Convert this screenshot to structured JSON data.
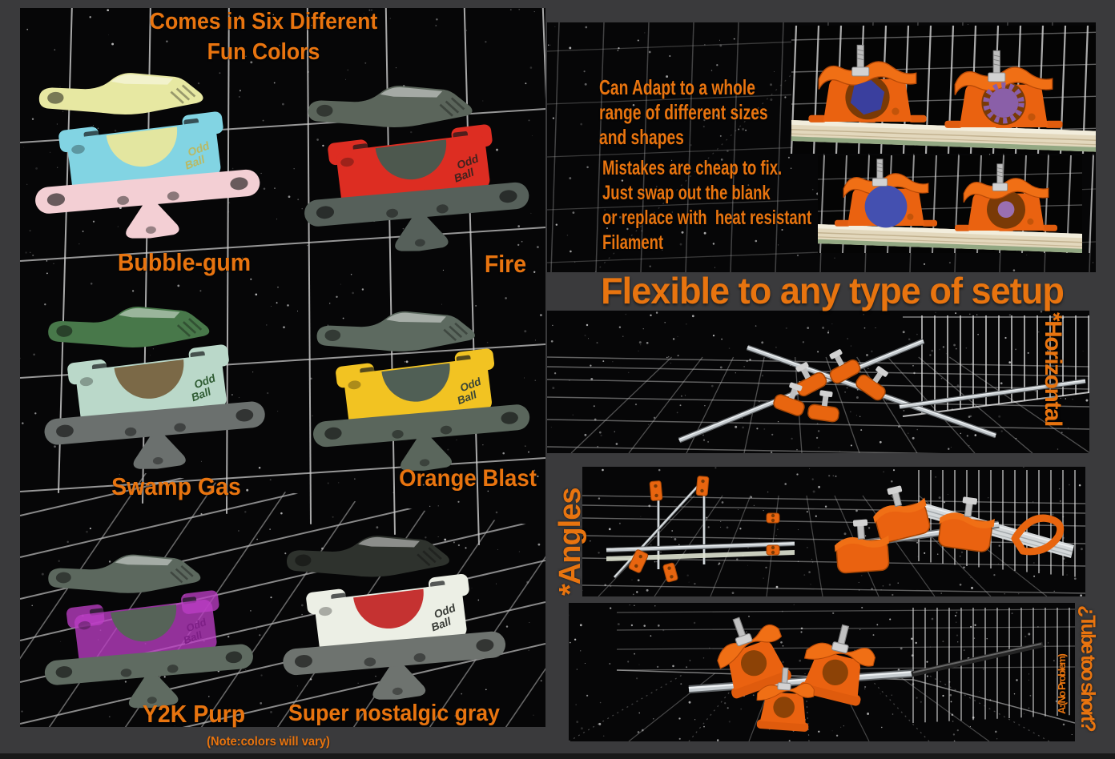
{
  "colors": {
    "accent_orange": "#e8740f",
    "clamp_orange": "#ea6210",
    "panel_black": "#060607",
    "frame_gray": "#3a3a3c",
    "grid_white": "#d8d8d8"
  },
  "brand_mark": {
    "line1": "Odd",
    "line2": "Ball"
  },
  "left_panel": {
    "title_line1": "Comes in Six Different",
    "title_line2": "Fun Colors",
    "note": "(Note:colors will vary)",
    "products": [
      {
        "name": "Bubble-gum",
        "colors": {
          "handle": "#e7e8a2",
          "body": "#82d4e3",
          "insert": "#e3e6a0",
          "base": "#f3cfd4",
          "logo": "#b9b964",
          "body_opacity": 1
        }
      },
      {
        "name": "Fire",
        "colors": {
          "handle": "#5b655b",
          "body": "#dd2d22",
          "insert": "#4d584e",
          "base": "#56605a",
          "logo": "#40221e",
          "body_opacity": 1
        }
      },
      {
        "name": "Swamp Gas",
        "colors": {
          "handle": "#48784a",
          "body": "#bad8c9",
          "insert": "#7b6947",
          "base": "#6b706e",
          "logo": "#2f5c33",
          "body_opacity": 1
        }
      },
      {
        "name": "Orange Blast",
        "colors": {
          "handle": "#5d6a60",
          "body": "#f2c322",
          "insert": "#505f55",
          "base": "#5a665c",
          "logo": "#374436",
          "body_opacity": 1
        }
      },
      {
        "name": "Y2K Purp",
        "colors": {
          "handle": "#5c685e",
          "body": "#bb3ec4",
          "insert": "#566358",
          "base": "#5f6b61",
          "logo": "#7d1f86",
          "body_opacity": 0.78
        }
      },
      {
        "name": "Super nostalgic gray",
        "colors": {
          "handle": "#2e322d",
          "body": "#ecefe5",
          "insert": "#c53231",
          "base": "#6e736f",
          "logo": "#3a3d38",
          "body_opacity": 1
        }
      }
    ]
  },
  "adapt_panel": {
    "caption1_lines": [
      "Can Adapt to a whole",
      "range of different sizes",
      "and shapes"
    ],
    "caption2_lines": [
      "Mistakes are cheap to fix.",
      "Just swap out the blank",
      "or replace with  heat resistant",
      "Filament"
    ],
    "demo_inserts_row1": [
      "hex-blue",
      "gear-purple"
    ],
    "demo_inserts_row2": [
      "circle-blue-large",
      "circle-purple-small"
    ]
  },
  "headline": "Flexible to any type of setup",
  "setups": {
    "horizontal_label": "*Horizontal",
    "angles_label": "*Angles",
    "tube_label": "¿Tube too short?",
    "tube_answer": "A:(No Problem)"
  }
}
